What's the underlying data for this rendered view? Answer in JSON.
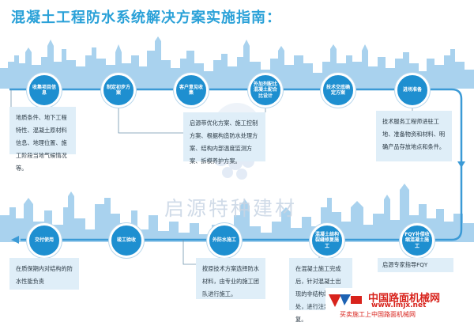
{
  "title": "混凝土工程防水系统解决方案实施指南：",
  "steps": [
    {
      "label": "收集项目信息"
    },
    {
      "label": "制定初步方案"
    },
    {
      "label": "客户意见收集"
    },
    {
      "label": "外加剂配比混凝土配合比设计"
    },
    {
      "label": "技术交底确定方案"
    },
    {
      "label": "进场准备"
    },
    {
      "label": "FQY补偿收缩混凝土施工"
    },
    {
      "label": "混凝土结构裂缝修复施工"
    },
    {
      "label": "外防水施工"
    },
    {
      "label": "竣工验收"
    },
    {
      "label": "交付使用"
    }
  ],
  "descriptions": {
    "info": "地质条件、地下工程特性、混凝土原材料信息、地理位置、施工阶段当地气候情况等。",
    "optimize": "启源带优化方案、施工控制方案、根据构造防水处理方案、结构内部温度监测方案、拆模养护方案。",
    "prep": "技术服务工程师进驻工地、准备物资和材料、明确产品存放地点和条件。",
    "delivery": "在质保期内对结构的防水性能负责",
    "external": "按原技术方案选择防水材料，由专业的施工团队进行施工。",
    "crack": "在混凝土施工完成后，针对混凝土出现的非结构裂缝处，进行注浆修复。",
    "fqy": "启源专家指导FQY"
  },
  "watermark": "启源特种建材",
  "logo": {
    "name": "中国路面机械网",
    "url": "www.lmjx.net",
    "sub": "买卖施工上中国路面机械网"
  },
  "colors": {
    "accent": "#2aa1d8",
    "node": "#1e8fd0",
    "track": "#3b9ad6",
    "skyline": "#a9d2ee",
    "panel": "#dfeef8"
  }
}
